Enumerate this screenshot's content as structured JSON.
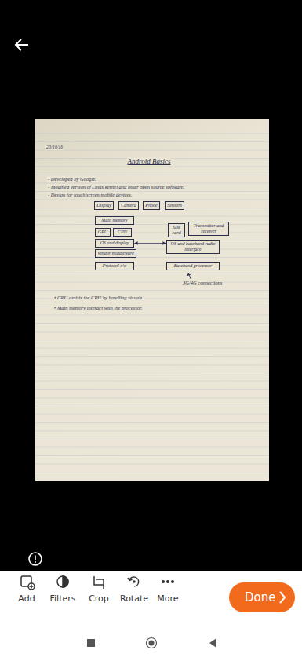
{
  "diagram": {
    "title": "Android Basics",
    "nodes": [
      {
        "text": [
          "Display"
        ]
      },
      {
        "text": [
          "Camera"
        ]
      },
      {
        "text": [
          "Phone"
        ]
      },
      {
        "text": [
          "Sensors"
        ]
      },
      {
        "text": [
          "Main memory"
        ]
      },
      {
        "text": [
          "GPU"
        ]
      },
      {
        "text": [
          "CPU"
        ]
      },
      {
        "text": [
          "OS and display"
        ]
      },
      {
        "text": [
          "Vendor middleware"
        ]
      },
      {
        "text": [
          "Protocol s/w"
        ]
      },
      {
        "text": [
          "SIM card"
        ]
      },
      {
        "text": [
          "Transmitter and receiver"
        ]
      },
      {
        "text": [
          "OS and baseband radio interface"
        ]
      },
      {
        "text": [
          "Baseband processor"
        ]
      },
      {
        "text": [
          "Done"
        ]
      }
    ],
    "edges": [
      {
        "from": 7,
        "to": 12,
        "arrow": "both"
      }
    ],
    "labels": [
      "20/10/16",
      "- Developed by Google.",
      "- Modified version of Linux kernel and other open source software.",
      "- Design for touch screen mobile devices.",
      "3G/4G connections",
      "• GPU assists the CPU by handling visuals.",
      "• Main memory interact with the processor.",
      "Add",
      "Filters",
      "Crop",
      "Rotate",
      "More"
    ]
  }
}
